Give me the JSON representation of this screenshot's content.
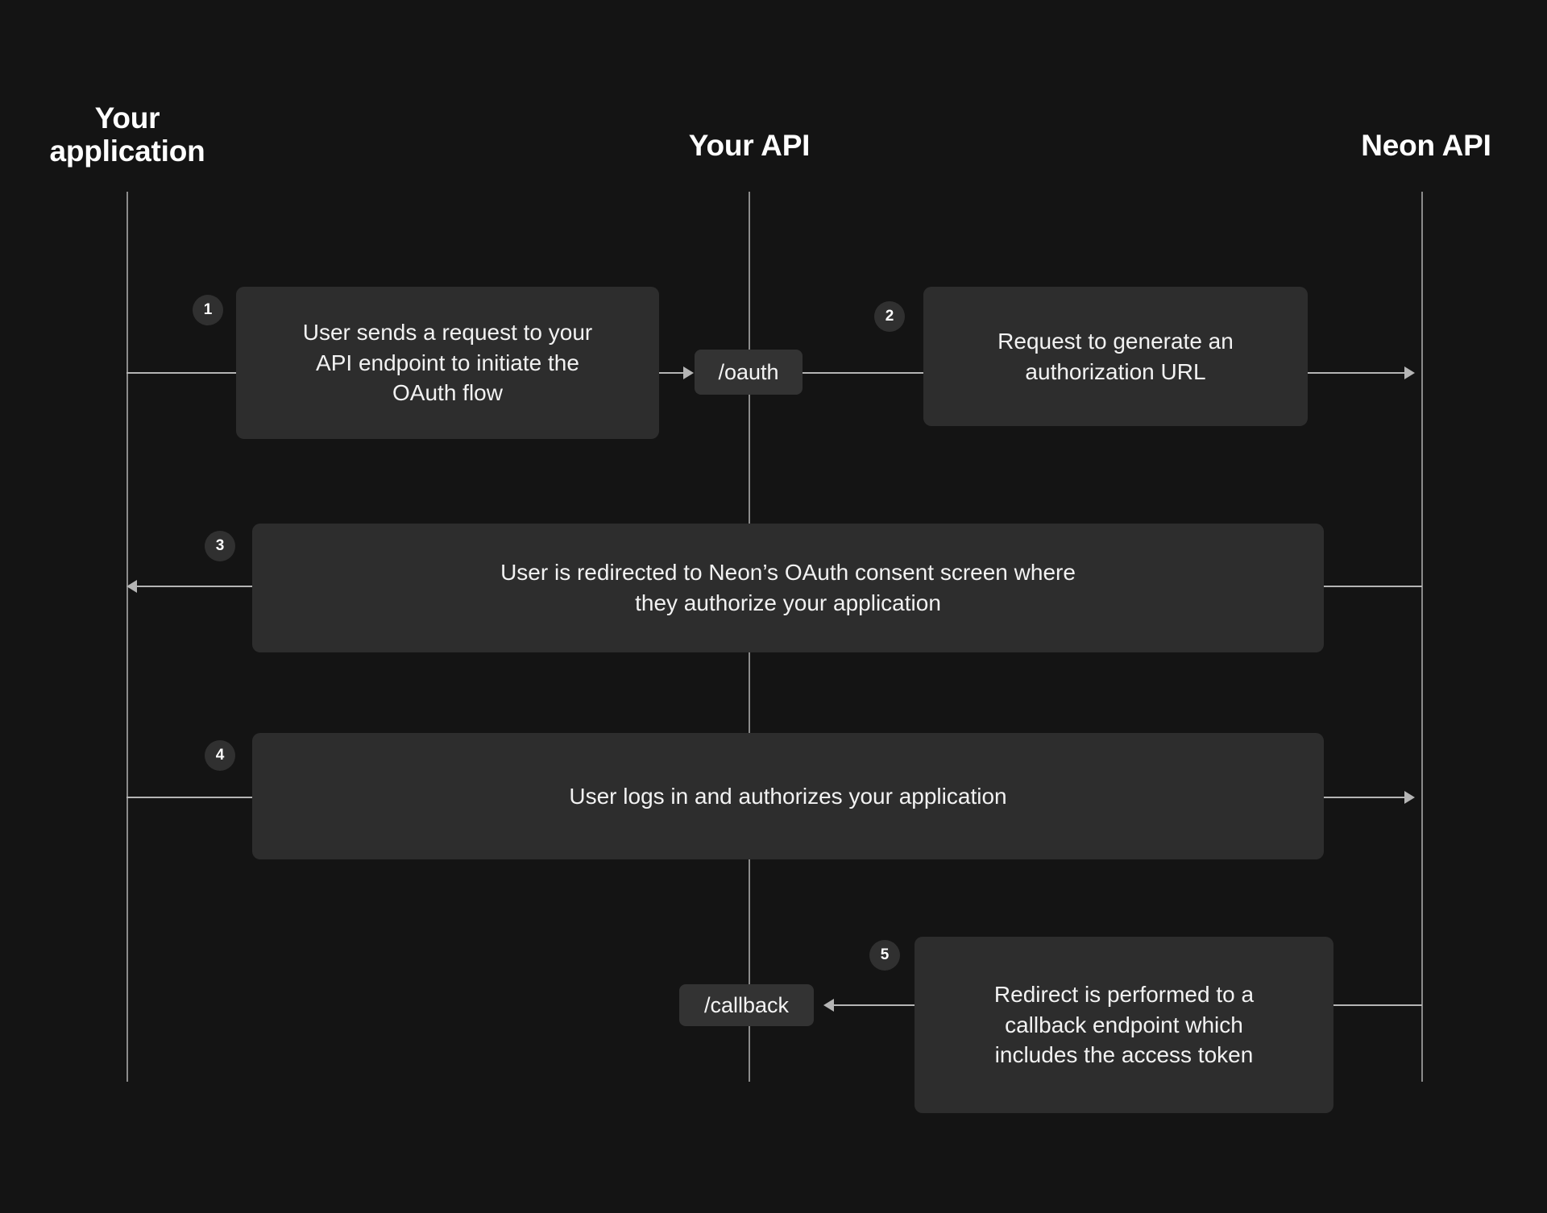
{
  "diagram": {
    "title": "Neon OAuth flow sequence diagram",
    "background_color": "#141414",
    "box_color": "#2d2d2d",
    "pill_color": "#333333",
    "line_color": "#b5b5b5",
    "text_color": "#f2f2f2"
  },
  "actors": [
    {
      "id": "application",
      "label": "Your\napplication"
    },
    {
      "id": "your-api",
      "label": "Your API"
    },
    {
      "id": "neon-api",
      "label": "Neon API"
    }
  ],
  "steps": [
    {
      "number": "1",
      "text": "User sends a request to your\nAPI endpoint to initiate the\nOAuth flow",
      "from": "application",
      "to": "your-api"
    },
    {
      "number": "2",
      "text": "Request to generate an\nauthorization URL",
      "from": "your-api",
      "to": "neon-api"
    },
    {
      "number": "3",
      "text": "User is redirected to Neon’s OAuth consent screen where\nthey authorize your application",
      "from": "neon-api",
      "to": "application"
    },
    {
      "number": "4",
      "text": "User logs in and authorizes your application",
      "from": "application",
      "to": "neon-api"
    },
    {
      "number": "5",
      "text": "Redirect is performed to a\ncallback endpoint which\nincludes the access token",
      "from": "neon-api",
      "to": "your-api"
    }
  ],
  "endpoints": [
    {
      "id": "oauth",
      "label": "/oauth"
    },
    {
      "id": "callback",
      "label": "/callback"
    }
  ]
}
